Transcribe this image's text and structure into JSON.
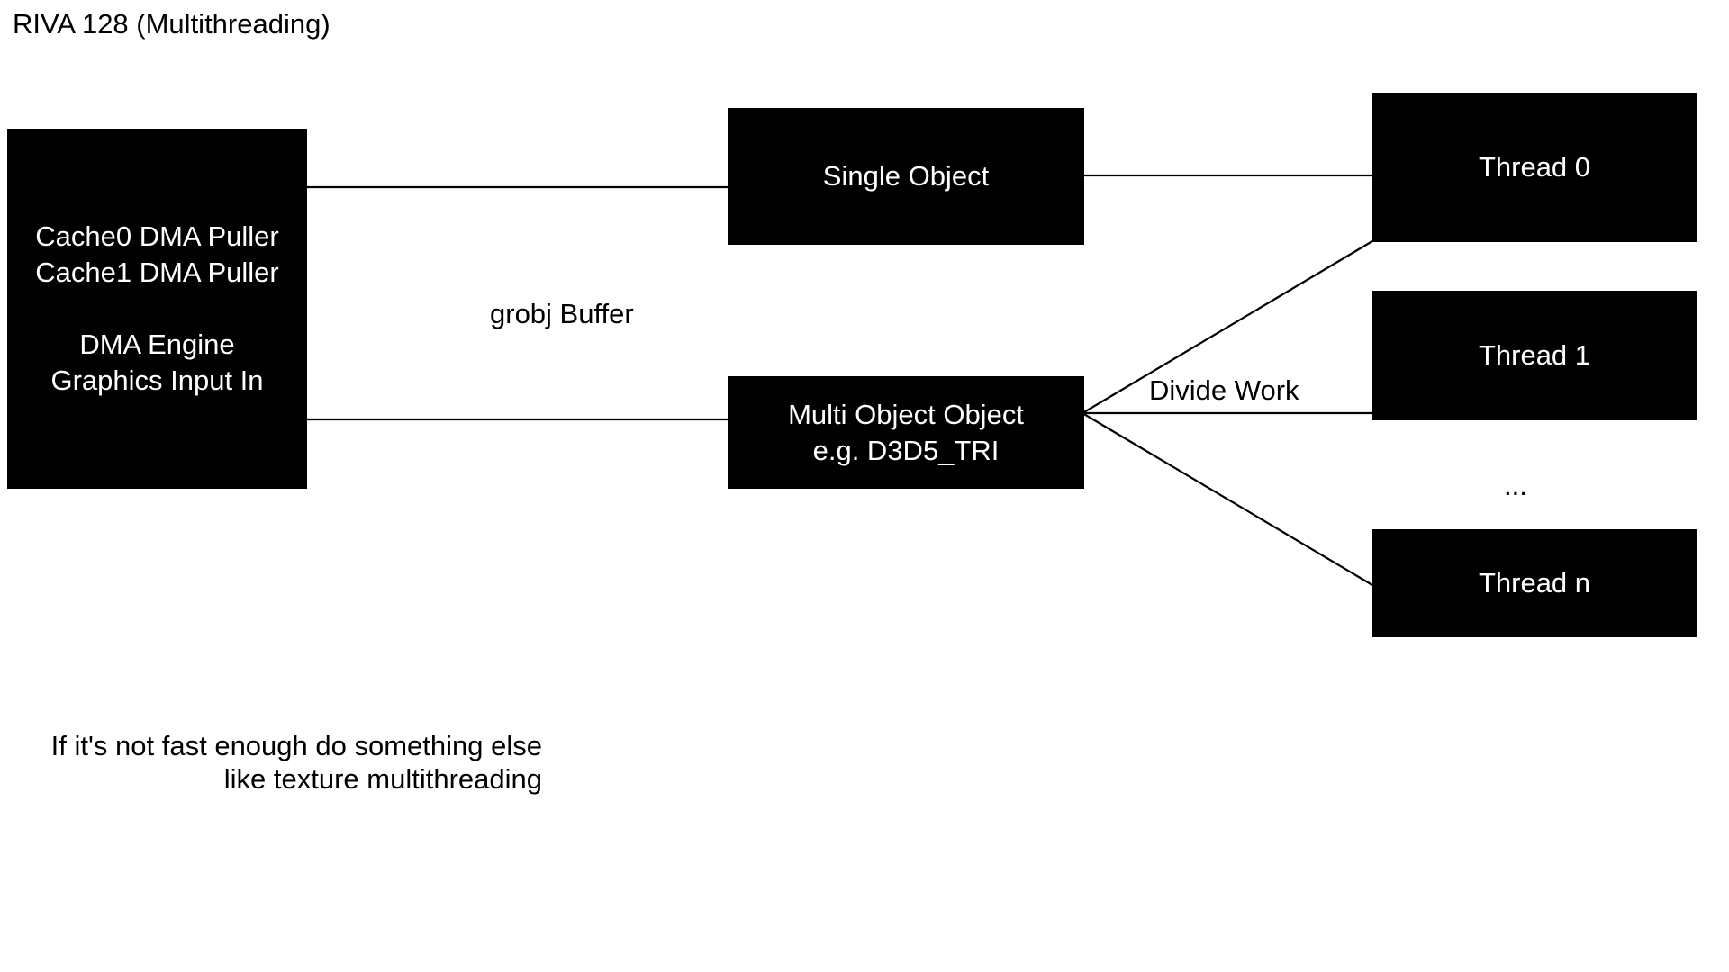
{
  "title": "RIVA 128 (Multithreading)",
  "nodes": {
    "dma": {
      "line1": "Cache0 DMA Puller",
      "line2": "Cache1 DMA Puller",
      "line3": "DMA Engine",
      "line4": "Graphics Input In"
    },
    "single_object": {
      "line1": "Single Object"
    },
    "multi_object": {
      "line1": "Multi Object Object",
      "line2": "e.g. D3D5_TRI"
    },
    "thread0": {
      "label": "Thread 0"
    },
    "thread1": {
      "label": "Thread 1"
    },
    "threadn": {
      "label": "Thread n"
    },
    "thread_ellipsis": {
      "label": "..."
    }
  },
  "edge_labels": {
    "grobj_buffer": "grobj Buffer",
    "divide_work": "Divide Work"
  },
  "footnote": {
    "line1": "If it's not fast enough do something else",
    "line2": "like texture multithreading"
  },
  "colors": {
    "background": "#ffffff",
    "node_fill": "#000000",
    "node_text": "#ffffff",
    "line": "#000000",
    "body_text": "#000000"
  }
}
